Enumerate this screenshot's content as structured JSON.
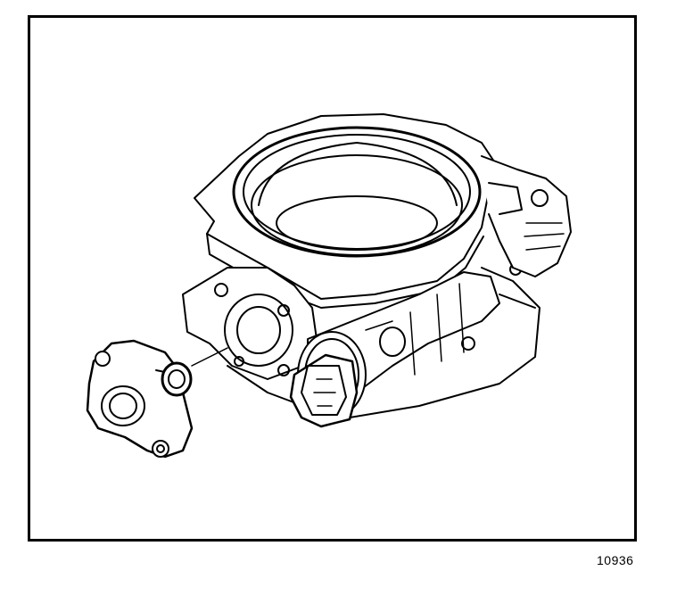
{
  "figure": {
    "id_label": "10936",
    "subject": "throttle-body-assembly",
    "parts": [
      "throttle-body",
      "throttle-position-sensor",
      "idle-air-control-valve",
      "o-ring-seal",
      "electrical-connector"
    ],
    "colors": {
      "line": "#000000",
      "background": "#ffffff"
    }
  }
}
